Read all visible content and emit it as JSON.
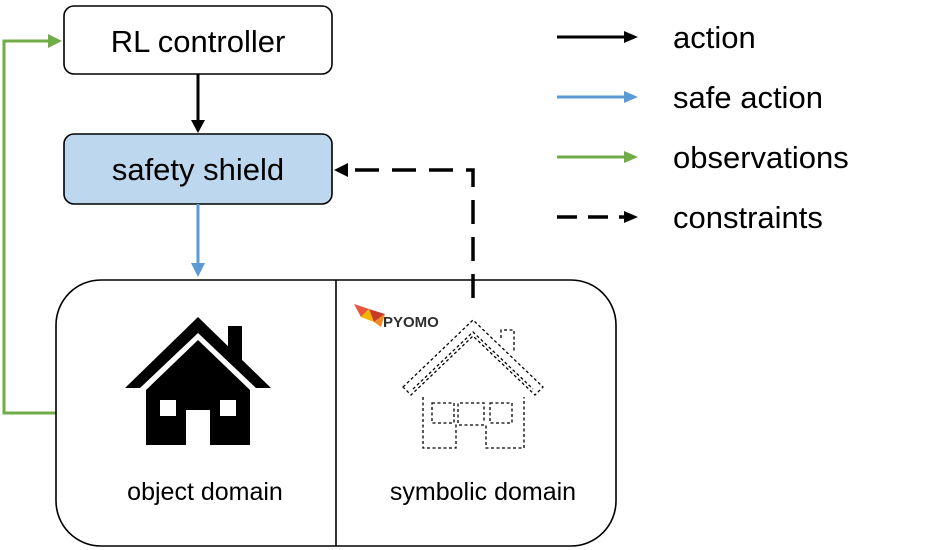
{
  "boxes": {
    "rl_controller": "RL controller",
    "safety_shield": "safety shield"
  },
  "domains": {
    "object": "object domain",
    "symbolic": "symbolic domain"
  },
  "logo": {
    "text": "PYOMO"
  },
  "legend": [
    {
      "label": "action",
      "style": "solid",
      "color": "#000000"
    },
    {
      "label": "safe action",
      "style": "solid",
      "color": "#5b9bd5"
    },
    {
      "label": "observations",
      "style": "solid",
      "color": "#70ad47"
    },
    {
      "label": "constraints",
      "style": "dashed",
      "color": "#000000"
    }
  ],
  "colors": {
    "shield_fill": "#bdd7ee",
    "action": "#000000",
    "safe_action": "#5b9bd5",
    "observations": "#70ad47"
  },
  "icons": {
    "object_house": "house-icon",
    "symbolic_house": "dashed-house-icon",
    "logo": "pyomo-logo-icon"
  }
}
